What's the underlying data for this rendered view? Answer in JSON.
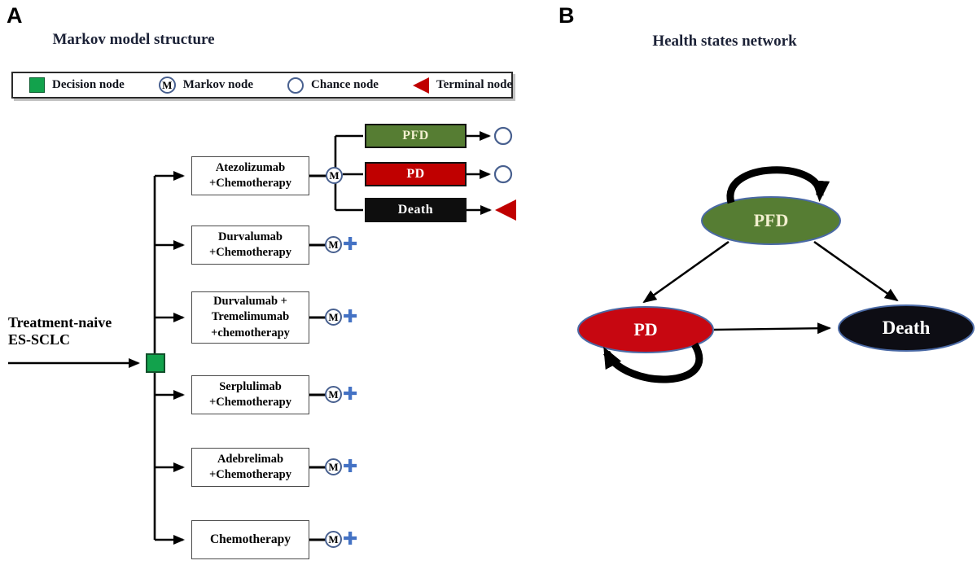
{
  "figure": {
    "type": "markov-model-figure"
  },
  "panels": {
    "a": {
      "label": "A",
      "title": "Markov model structure",
      "legend": [
        {
          "icon": "decision-node-icon",
          "label": "Decision node"
        },
        {
          "icon": "markov-node-icon",
          "label": "Markov node"
        },
        {
          "icon": "chance-node-icon",
          "label": "Chance node"
        },
        {
          "icon": "terminal-node-icon",
          "label": "Terminal node"
        }
      ],
      "root_label": "Treatment-naive\nES-SCLC",
      "markov_symbol": "M",
      "plus_symbol": "✚",
      "treatments": [
        {
          "label": "Atezolizumab\n+Chemotherapy"
        },
        {
          "label": "Durvalumab\n+Chemotherapy"
        },
        {
          "label": "Durvalumab +\nTremelimumab\n+chemotherapy"
        },
        {
          "label": "Serplulimab\n+Chemotherapy"
        },
        {
          "label": "Adebrelimab\n+Chemotherapy"
        },
        {
          "label": "Chemotherapy"
        }
      ],
      "states": [
        {
          "label": "PFD",
          "color": "#567d33",
          "terminal": "chance node"
        },
        {
          "label": "PD",
          "color": "#c00000",
          "terminal": "chance node"
        },
        {
          "label": "Death",
          "color": "#0e0e0e",
          "terminal": "terminal node"
        }
      ]
    },
    "b": {
      "label": "B",
      "title": "Health states network",
      "nodes": [
        {
          "label": "PFD",
          "color": "#567d33",
          "self_loop": true
        },
        {
          "label": "PD",
          "color": "#c70711",
          "self_loop": true
        },
        {
          "label": "Death",
          "color": "#0d0d14",
          "self_loop": false
        }
      ],
      "transitions": [
        "PFD→PFD",
        "PFD→PD",
        "PFD→Death",
        "PD→PD",
        "PD→Death"
      ]
    }
  },
  "colors": {
    "decision_green": "#12a24c",
    "state_olive": "#567d33",
    "state_red": "#c00000",
    "state_red_bright": "#c70711",
    "state_black": "#0e0e0e",
    "node_ring_navy": "#48608f",
    "plus_blue": "#4472c4",
    "terminal_red": "#c00000",
    "title_ink": "#1c2237",
    "ellipse_rim_blue": "#4a69a5"
  }
}
